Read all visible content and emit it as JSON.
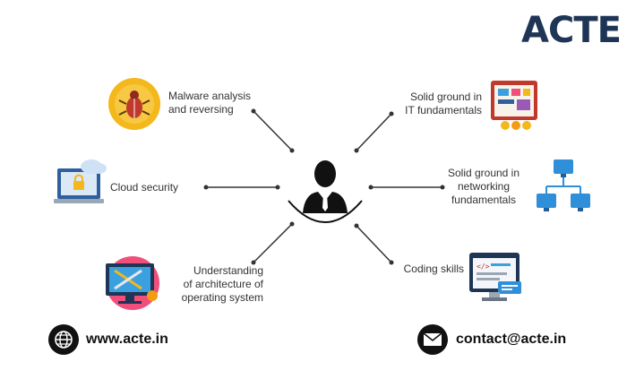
{
  "brand": {
    "logo_text": "ACTE"
  },
  "center": {
    "icon": "person-silhouette-icon"
  },
  "skills": [
    {
      "id": "malware",
      "label_lines": [
        "Malware analysis",
        "and reversing"
      ],
      "icon": "bug-icon"
    },
    {
      "id": "cloud",
      "label_lines": [
        "Cloud security"
      ],
      "icon": "cloud-lock-icon"
    },
    {
      "id": "os",
      "label_lines": [
        "Understanding",
        "of architecture of",
        "operating system"
      ],
      "icon": "monitor-tools-icon"
    },
    {
      "id": "it",
      "label_lines": [
        "Solid ground in",
        "IT fundamentals"
      ],
      "icon": "dashboard-icon"
    },
    {
      "id": "network",
      "label_lines": [
        "Solid ground in",
        "networking",
        "fundamentals"
      ],
      "icon": "network-icon"
    },
    {
      "id": "coding",
      "label_lines": [
        "Coding skills"
      ],
      "icon": "code-window-icon"
    }
  ],
  "footer": {
    "website": "www.acte.in",
    "website_icon": "globe-icon",
    "email": "contact@acte.in",
    "email_icon": "envelope-icon"
  },
  "colors": {
    "brand_navy": "#1f3556",
    "accent_blue": "#2f8fd8",
    "bug_yellow": "#f3b81b",
    "text": "#333333"
  }
}
